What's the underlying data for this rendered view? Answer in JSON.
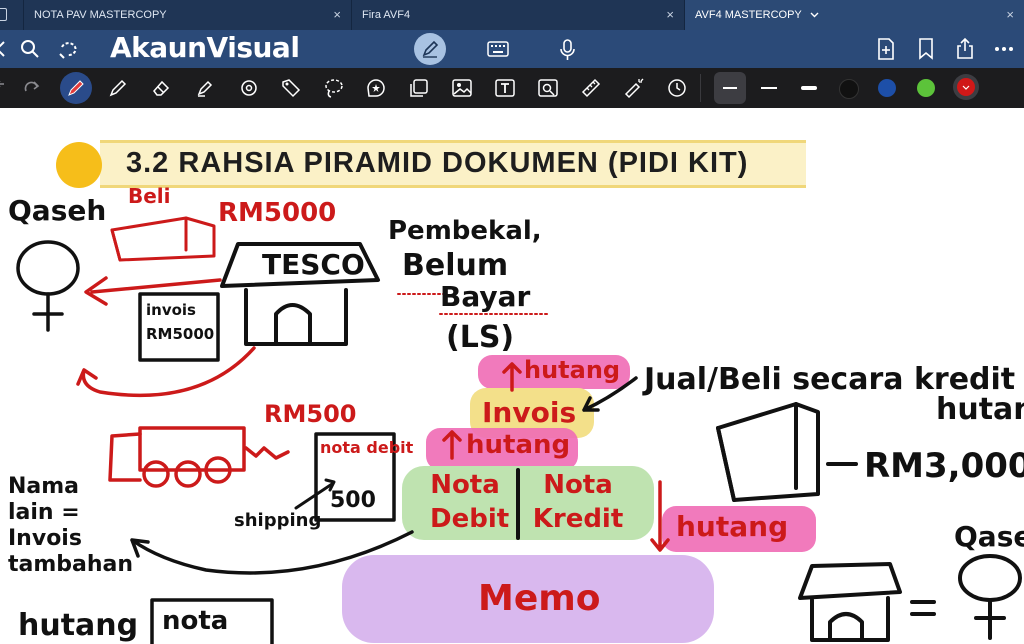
{
  "tabs": [
    {
      "label": "NOTA PAV MASTERCOPY",
      "close": "×"
    },
    {
      "label": "Fira AVF4",
      "close": "×"
    },
    {
      "label": "AVF4 MASTERCOPY",
      "close": "×"
    }
  ],
  "brand": "AkaunVisual",
  "note": {
    "heading": "3.2  RAHSIA PIRAMID DOKUMEN (PIDI KIT)",
    "qaseh_left": "Qaseh",
    "beli": "Beli",
    "rm5000": "RM5000",
    "tesco": "TESCO",
    "invois_box": "invois RM5000",
    "pembekal_1": "Pembekal,",
    "pembekal_2": "Belum",
    "pembekal_3": "Bayar",
    "ls": "(LS)",
    "hutang_top": "hutang",
    "invois_layer": "Invois",
    "jual_beli": "Jual/Beli secara kredit",
    "hutang_right": "hutan",
    "rm500": "RM500",
    "nota_debit_box": "nota debit",
    "box_500": "500",
    "hutang_mid": "hutang",
    "nota_debit": "Nota Debit",
    "nota_kredit": "Nota Kredit",
    "hutang_low": "hutang",
    "rm3000": "RM3,000",
    "shipping": "shipping",
    "nama_lain": "Nama lain = Invois tambahan",
    "memo": "Memo",
    "qaseh_right": "Qase",
    "hutang_bottom": "hutang",
    "nota_bottom": "nota"
  },
  "colors": {
    "tabbar": "#1f3555",
    "toolbar": "#2b4a78",
    "pen_toolbar": "#1c1c1e",
    "ink_red": "#cc1a1a",
    "ink_black": "#111111",
    "pink": "#f06bb5",
    "yellow": "#f3e08a",
    "green": "#bfe3b0",
    "purple": "#d9b8ee",
    "swatch_black": "#111111",
    "swatch_blue": "#1d4fa8",
    "swatch_green": "#5cc33a",
    "swatch_red": "#d01818"
  },
  "icons": [
    "back-icon",
    "search-icon",
    "ellipse-lasso-icon",
    "pen-mode-icon",
    "keyboard-icon",
    "microphone-icon",
    "add-page-icon",
    "bookmark-icon",
    "share-icon",
    "more-icon",
    "redo-icon",
    "pen-icon",
    "pencil-icon",
    "eraser-icon",
    "highlighter-icon",
    "shapes-icon",
    "tag-icon",
    "lasso-icon",
    "sticker-icon",
    "elements-icon",
    "image-icon",
    "text-icon",
    "scan-icon",
    "ruler-icon",
    "laser-icon",
    "history-icon"
  ]
}
